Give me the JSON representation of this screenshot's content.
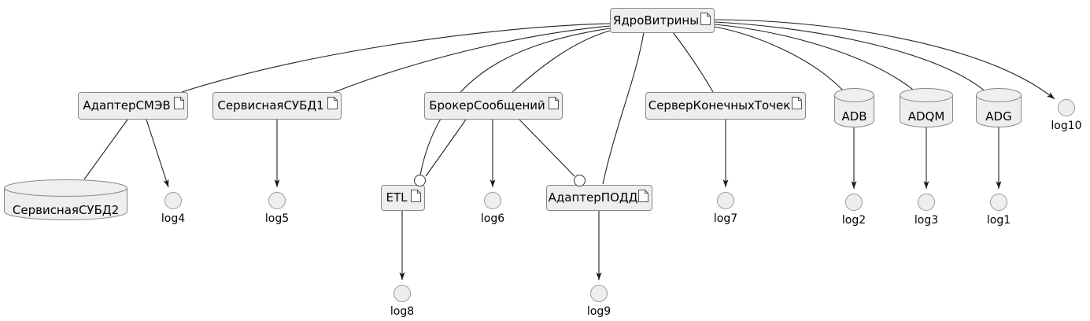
{
  "diagram": {
    "type": "component-diagram",
    "title": "",
    "background_color": "#FFFFFF",
    "node_fill": "#EEEEEE",
    "node_border": "#888888",
    "edge_color": "#222222"
  },
  "components": [
    {
      "id": "core",
      "label": "ЯдроВитрины",
      "icon": "document-icon"
    },
    {
      "id": "smev",
      "label": "АдаптерСМЭВ",
      "icon": "document-icon"
    },
    {
      "id": "srvdb1",
      "label": "СервиснаяСУБД1",
      "icon": "document-icon"
    },
    {
      "id": "broker",
      "label": "БрокерСообщений",
      "icon": "document-icon"
    },
    {
      "id": "endpoints",
      "label": "СерверКонечныхТочек",
      "icon": "document-icon"
    },
    {
      "id": "etl",
      "label": "ETL",
      "icon": "document-icon"
    },
    {
      "id": "podd",
      "label": "АдаптерПОДД",
      "icon": "document-icon"
    }
  ],
  "databases": [
    {
      "id": "adb",
      "label": "ADB"
    },
    {
      "id": "adqm",
      "label": "ADQM"
    },
    {
      "id": "adg",
      "label": "ADG"
    },
    {
      "id": "srvdb2",
      "label": "СервиснаяСУБД2"
    }
  ],
  "logs": [
    {
      "id": "log1",
      "label": "log1"
    },
    {
      "id": "log2",
      "label": "log2"
    },
    {
      "id": "log3",
      "label": "log3"
    },
    {
      "id": "log4",
      "label": "log4"
    },
    {
      "id": "log5",
      "label": "log5"
    },
    {
      "id": "log6",
      "label": "log6"
    },
    {
      "id": "log7",
      "label": "log7"
    },
    {
      "id": "log8",
      "label": "log8"
    },
    {
      "id": "log9",
      "label": "log9"
    },
    {
      "id": "log10",
      "label": "log10"
    }
  ],
  "sockets": [
    {
      "id": "socket-etl",
      "attached_to": "etl"
    },
    {
      "id": "socket-podd",
      "attached_to": "podd"
    }
  ],
  "edges": [
    {
      "from": "core",
      "to": "smev",
      "arrow": false
    },
    {
      "from": "core",
      "to": "srvdb1",
      "arrow": false
    },
    {
      "from": "core",
      "to": "socket-etl",
      "arrow": false
    },
    {
      "from": "core",
      "to": "broker",
      "arrow": false
    },
    {
      "from": "core",
      "to": "podd",
      "arrow": false
    },
    {
      "from": "core",
      "to": "endpoints",
      "arrow": false
    },
    {
      "from": "core",
      "to": "adb",
      "arrow": false
    },
    {
      "from": "core",
      "to": "adqm",
      "arrow": false
    },
    {
      "from": "core",
      "to": "adg",
      "arrow": false
    },
    {
      "from": "core",
      "to": "log10",
      "arrow": true
    },
    {
      "from": "smev",
      "to": "srvdb2",
      "arrow": false
    },
    {
      "from": "smev",
      "to": "log4",
      "arrow": true
    },
    {
      "from": "srvdb1",
      "to": "log5",
      "arrow": true
    },
    {
      "from": "broker",
      "to": "socket-etl",
      "arrow": false
    },
    {
      "from": "broker",
      "to": "log6",
      "arrow": true
    },
    {
      "from": "broker",
      "to": "socket-podd",
      "arrow": false
    },
    {
      "from": "endpoints",
      "to": "log7",
      "arrow": true
    },
    {
      "from": "etl",
      "to": "log8",
      "arrow": true
    },
    {
      "from": "podd",
      "to": "log9",
      "arrow": true
    },
    {
      "from": "adb",
      "to": "log2",
      "arrow": true
    },
    {
      "from": "adqm",
      "to": "log3",
      "arrow": true
    },
    {
      "from": "adg",
      "to": "log1",
      "arrow": true
    }
  ]
}
